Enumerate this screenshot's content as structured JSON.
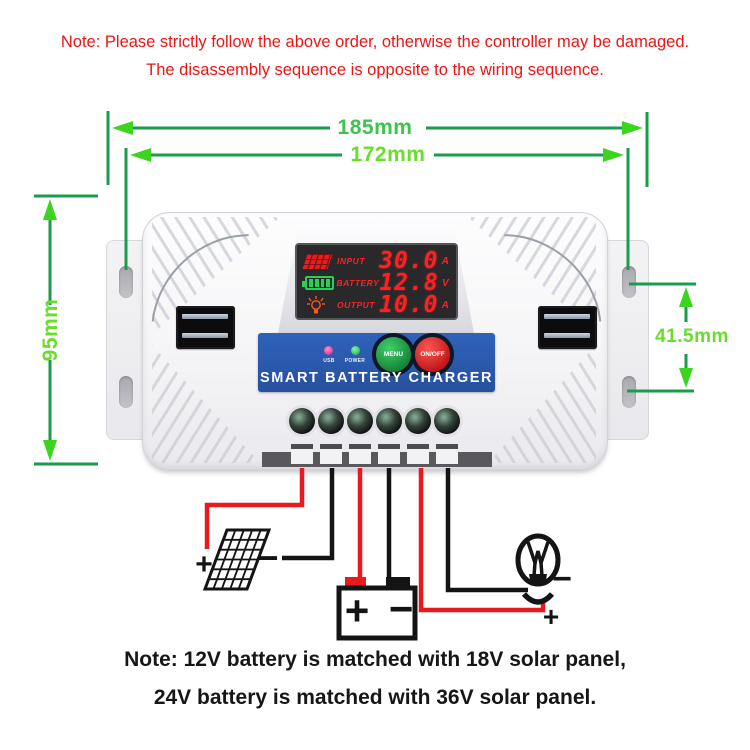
{
  "top_note": {
    "line1": "Note: Please strictly follow the above order, otherwise the controller may be damaged.",
    "line2": "The disassembly sequence is opposite to the wiring sequence.",
    "color": "#ed1414"
  },
  "dimensions": {
    "outer_width": "185mm",
    "inner_width": "172mm",
    "height": "95mm",
    "hole_spacing": "41.5mm",
    "line_color": "#1b9b4d",
    "arrow_color": "#3bd41f"
  },
  "device": {
    "display": {
      "rows": [
        {
          "icon": "solar-panel",
          "label": "INPUT",
          "value": "30.0",
          "unit": "A"
        },
        {
          "icon": "battery",
          "label": "BATTERY",
          "value": "12.8",
          "unit": "V"
        },
        {
          "icon": "light-bulb",
          "label": "OUTPUT",
          "value": "10.0",
          "unit": "A"
        }
      ],
      "value_color": "#ff2020",
      "battery_icon_color": "#28d153"
    },
    "control_panel": {
      "led1_label": "USB",
      "led2_label": "POWER",
      "green_button": "MENU",
      "red_button": "ON/OFF",
      "title": "SMART BATTERY CHARGER",
      "panel_color": "#2b57ab"
    }
  },
  "wiring": {
    "solar_plus": "+",
    "solar_minus": "−",
    "battery_plus": "+",
    "battery_minus": "−",
    "load_minus": "−",
    "load_plus": "+",
    "wire_red": "#e81a1d",
    "wire_black": "#141414"
  },
  "bottom_note": {
    "line1": "Note: 12V battery is matched with 18V solar panel,",
    "line2": "24V battery is matched with 36V solar panel."
  }
}
